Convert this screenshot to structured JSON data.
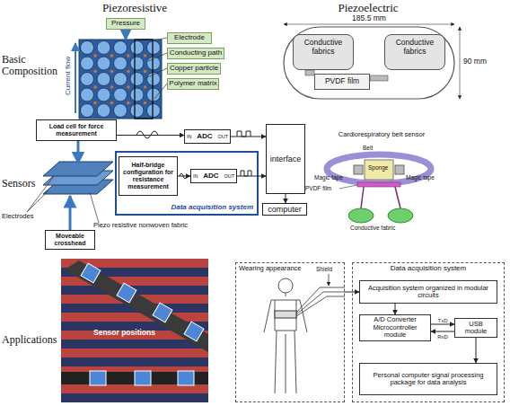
{
  "diagram": {
    "nodes": [
      {
        "text": [
          "Pressure"
        ]
      },
      {
        "text": [
          "Electrode"
        ]
      },
      {
        "text": [
          "Conducting path"
        ]
      },
      {
        "text": [
          "Copper particle"
        ]
      },
      {
        "text": [
          "Polymer matrix"
        ]
      },
      {
        "text": [
          "Conductive fabrics"
        ]
      },
      {
        "text": [
          "Conductive fabrics"
        ]
      },
      {
        "text": [
          "PVDF film"
        ]
      },
      {
        "text": [
          "Load cell for force measurement"
        ]
      },
      {
        "text": [
          "Moveable crosshead"
        ]
      },
      {
        "text": [
          "Data acquisition system"
        ]
      },
      {
        "text": [
          "Half-bridge configuration for resistance measurement"
        ],
        "in": 10
      },
      {
        "text": [
          "IN",
          "ADC",
          "OUT"
        ]
      },
      {
        "text": [
          "IN",
          "ADC",
          "OUT"
        ],
        "in": 10
      },
      {
        "text": [
          "interface"
        ]
      },
      {
        "text": [
          "computer"
        ]
      },
      {
        "text": [
          "Wearing appearance"
        ]
      },
      {
        "text": [
          "Data acquisition system"
        ]
      },
      {
        "text": [
          "Acquisition system organized in modular circuits"
        ],
        "in": 17
      },
      {
        "text": [
          "A/D Converter Microcontroller module"
        ],
        "in": 17
      },
      {
        "text": [
          "USB module"
        ],
        "in": 17
      },
      {
        "text": [
          "Personal computer signal processing package for data analysis"
        ],
        "in": 17
      }
    ],
    "edges": [
      {
        "from": 8,
        "to": 12,
        "arrow": "to"
      },
      {
        "from": 11,
        "to": 13,
        "arrow": "to"
      },
      {
        "from": 12,
        "to": 14,
        "arrow": "to"
      },
      {
        "from": 13,
        "to": 14,
        "arrow": "to"
      },
      {
        "from": 14,
        "to": 15,
        "arrow": "to"
      },
      {
        "from": 16,
        "to": 18,
        "arrow": "to"
      },
      {
        "from": 18,
        "to": 19,
        "arrow": "to"
      },
      {
        "from": 19,
        "to": 20,
        "arrow": "to",
        "label": "TxD"
      },
      {
        "from": 20,
        "to": 19,
        "arrow": "to",
        "label": "RxD"
      },
      {
        "from": 20,
        "to": 21,
        "arrow": "to"
      }
    ],
    "labels": [
      "Piezoresistive",
      "Piezoelectric",
      "Basic Composition",
      "Current flow",
      "185.5 mm",
      "90 mm",
      "Sensors",
      "Electrodes",
      "Piezo resistive nonwoven fabric",
      "Cardiorespiratory belt sensor",
      "Belt",
      "Sponge",
      "Magic tape",
      "Magic tape",
      "PVDF film",
      "Conductive fabric",
      "Applications",
      "Sensor positions",
      "Shield"
    ]
  }
}
